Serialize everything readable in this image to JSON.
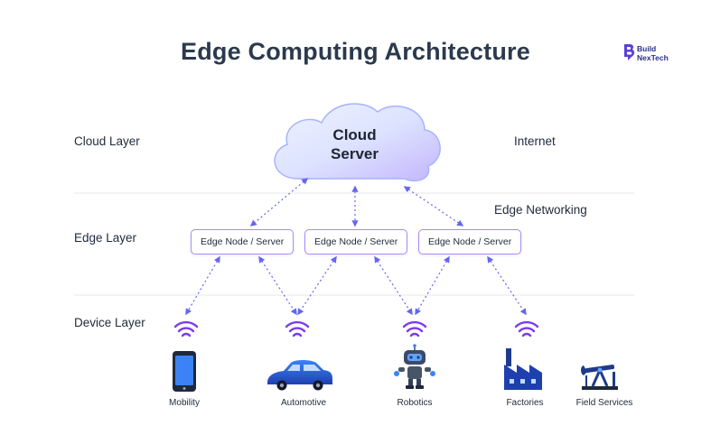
{
  "title": "Edge Computing Architecture",
  "logo": {
    "line1": "Build",
    "line2": "NexTech"
  },
  "layers": {
    "cloud": "Cloud Layer",
    "edge": "Edge Layer",
    "device": "Device Layer"
  },
  "side_labels": {
    "internet": "Internet",
    "edge_networking": "Edge Networking"
  },
  "cloud": {
    "line1": "Cloud",
    "line2": "Server"
  },
  "edge_nodes": [
    {
      "label": "Edge Node / Server"
    },
    {
      "label": "Edge Node / Server"
    },
    {
      "label": "Edge Node / Server"
    }
  ],
  "devices": [
    {
      "label": "Mobility",
      "icon": "smartphone-icon"
    },
    {
      "label": "Automotive",
      "icon": "car-icon"
    },
    {
      "label": "Robotics",
      "icon": "robot-icon"
    },
    {
      "label": "Factories",
      "icon": "factory-icon"
    },
    {
      "label": "Field Services",
      "icon": "oil-pump-icon"
    }
  ],
  "colors": {
    "accent": "#7c3aed",
    "connector": "#6366f1",
    "title": "#2b3a4d",
    "wifi": "#7c3aed"
  }
}
